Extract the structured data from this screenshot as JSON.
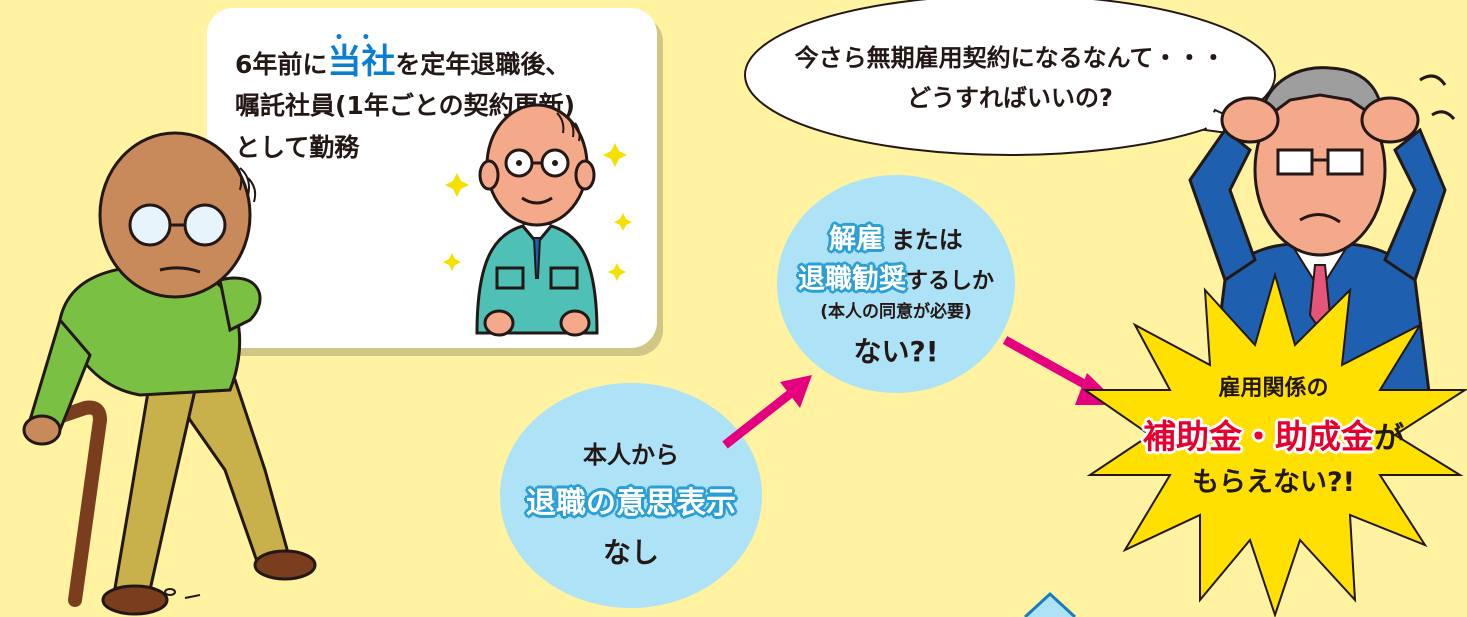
{
  "textbox": {
    "line1_pre": "6年前に",
    "line1_highlight": "当社",
    "line1_dots": "••",
    "line1_post": "を定年退職後、",
    "line2": "嘱託社員(1年ごとの契約更新)",
    "line3": "として勤務"
  },
  "speech": {
    "line1": "今さら無期雇用契約になるなんて・・・",
    "line2": "どうすればいいの?"
  },
  "circle_left": {
    "line1": "本人から",
    "line2": "退職の意思表示",
    "line3": "なし"
  },
  "circle_mid": {
    "line1_a": "解雇",
    "line1_b": "または",
    "line2_a": "退職勧奨",
    "line2_b": "するしか",
    "line3": "(本人の同意が必要)",
    "line4": "ない?!"
  },
  "star": {
    "line1": "雇用関係の",
    "line2_a": "補助金・助成金",
    "line2_b": "が",
    "line3": "もらえない?!"
  },
  "colors": {
    "background": "#fff2a0",
    "circle": "#aee2f7",
    "arrow": "#e4007f",
    "accent_blue": "#0a7fd1",
    "accent_red": "#e6002d",
    "star": "#ffe000"
  }
}
